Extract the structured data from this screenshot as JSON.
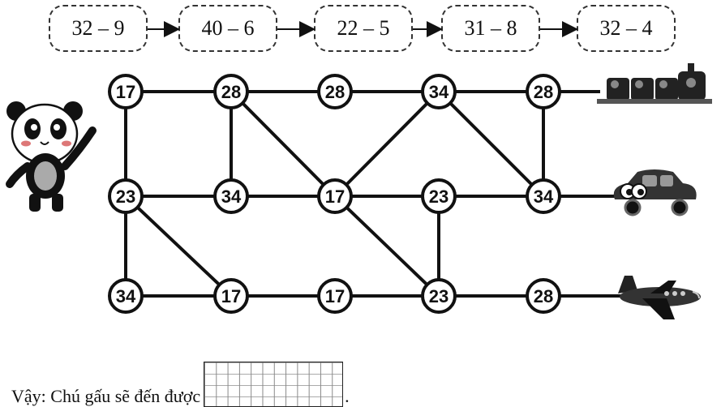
{
  "expressions": [
    "32 – 9",
    "40 – 6",
    "22 – 5",
    "31 – 8",
    "32 – 4"
  ],
  "nodes": [
    {
      "id": "r1c1",
      "value": "17",
      "row": 1,
      "col": 1
    },
    {
      "id": "r1c2",
      "value": "28",
      "row": 1,
      "col": 2
    },
    {
      "id": "r1c3",
      "value": "28",
      "row": 1,
      "col": 3
    },
    {
      "id": "r1c4",
      "value": "34",
      "row": 1,
      "col": 4
    },
    {
      "id": "r1c5",
      "value": "28",
      "row": 1,
      "col": 5
    },
    {
      "id": "r2c1",
      "value": "23",
      "row": 2,
      "col": 1
    },
    {
      "id": "r2c2",
      "value": "34",
      "row": 2,
      "col": 2
    },
    {
      "id": "r2c3",
      "value": "17",
      "row": 2,
      "col": 3
    },
    {
      "id": "r2c4",
      "value": "23",
      "row": 2,
      "col": 4
    },
    {
      "id": "r2c5",
      "value": "34",
      "row": 2,
      "col": 5
    },
    {
      "id": "r3c1",
      "value": "34",
      "row": 3,
      "col": 1
    },
    {
      "id": "r3c2",
      "value": "17",
      "row": 3,
      "col": 2
    },
    {
      "id": "r3c3",
      "value": "17",
      "row": 3,
      "col": 3
    },
    {
      "id": "r3c4",
      "value": "23",
      "row": 3,
      "col": 4
    },
    {
      "id": "r3c5",
      "value": "28",
      "row": 3,
      "col": 5
    }
  ],
  "edges": [
    [
      "r1c1",
      "r1c2"
    ],
    [
      "r1c2",
      "r1c3"
    ],
    [
      "r1c3",
      "r1c4"
    ],
    [
      "r1c4",
      "r1c5"
    ],
    [
      "r2c1",
      "r2c2"
    ],
    [
      "r2c2",
      "r2c3"
    ],
    [
      "r2c3",
      "r2c4"
    ],
    [
      "r2c4",
      "r2c5"
    ],
    [
      "r3c1",
      "r3c2"
    ],
    [
      "r3c2",
      "r3c3"
    ],
    [
      "r3c3",
      "r3c4"
    ],
    [
      "r3c4",
      "r3c5"
    ],
    [
      "r1c1",
      "r2c1"
    ],
    [
      "r2c1",
      "r3c1"
    ],
    [
      "r1c2",
      "r2c2"
    ],
    [
      "r1c5",
      "r2c5"
    ],
    [
      "r2c4",
      "r3c4"
    ],
    [
      "r1c2",
      "r2c3"
    ],
    [
      "r2c3",
      "r1c4"
    ],
    [
      "r1c4",
      "r2c5"
    ],
    [
      "r2c1",
      "r3c2"
    ],
    [
      "r2c3",
      "r3c4"
    ]
  ],
  "destinations": [
    {
      "icon": "train-icon",
      "row": 1
    },
    {
      "icon": "car-icon",
      "row": 2
    },
    {
      "icon": "airplane-icon",
      "row": 3
    }
  ],
  "start_icon": "panda-icon",
  "footer": {
    "text": "Vậy: Chú gấu sẽ đến được",
    "end": "."
  }
}
